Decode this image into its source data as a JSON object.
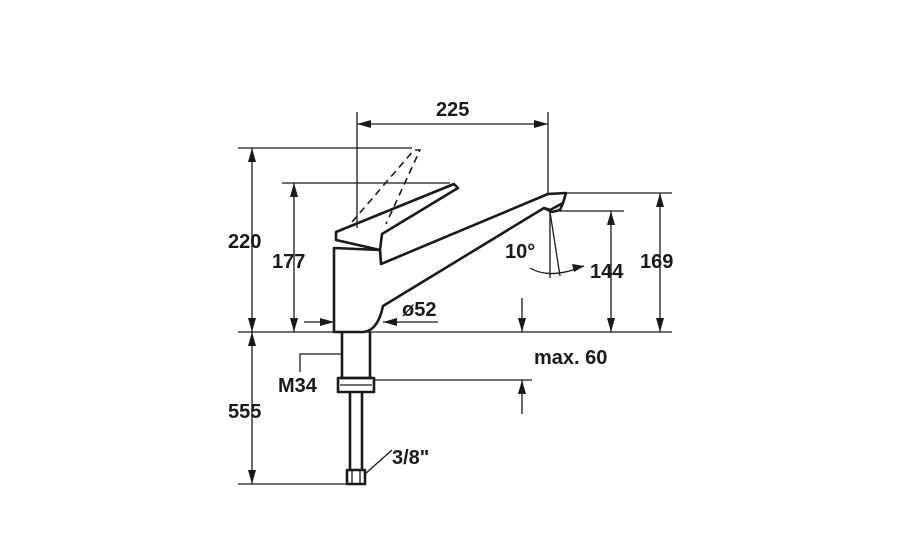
{
  "dimensions": {
    "reach": "225",
    "total_height": "220",
    "lever_height": "177",
    "spout_height": "169",
    "outlet_height": "144",
    "swivel_angle": "10°",
    "body_diameter": "ø52",
    "max_counter_thickness": "max. 60",
    "thread": "M34",
    "below_counter_length": "555",
    "connection": "3/8\""
  },
  "colors": {
    "ink": "#1a1a1a",
    "background": "#ffffff"
  }
}
